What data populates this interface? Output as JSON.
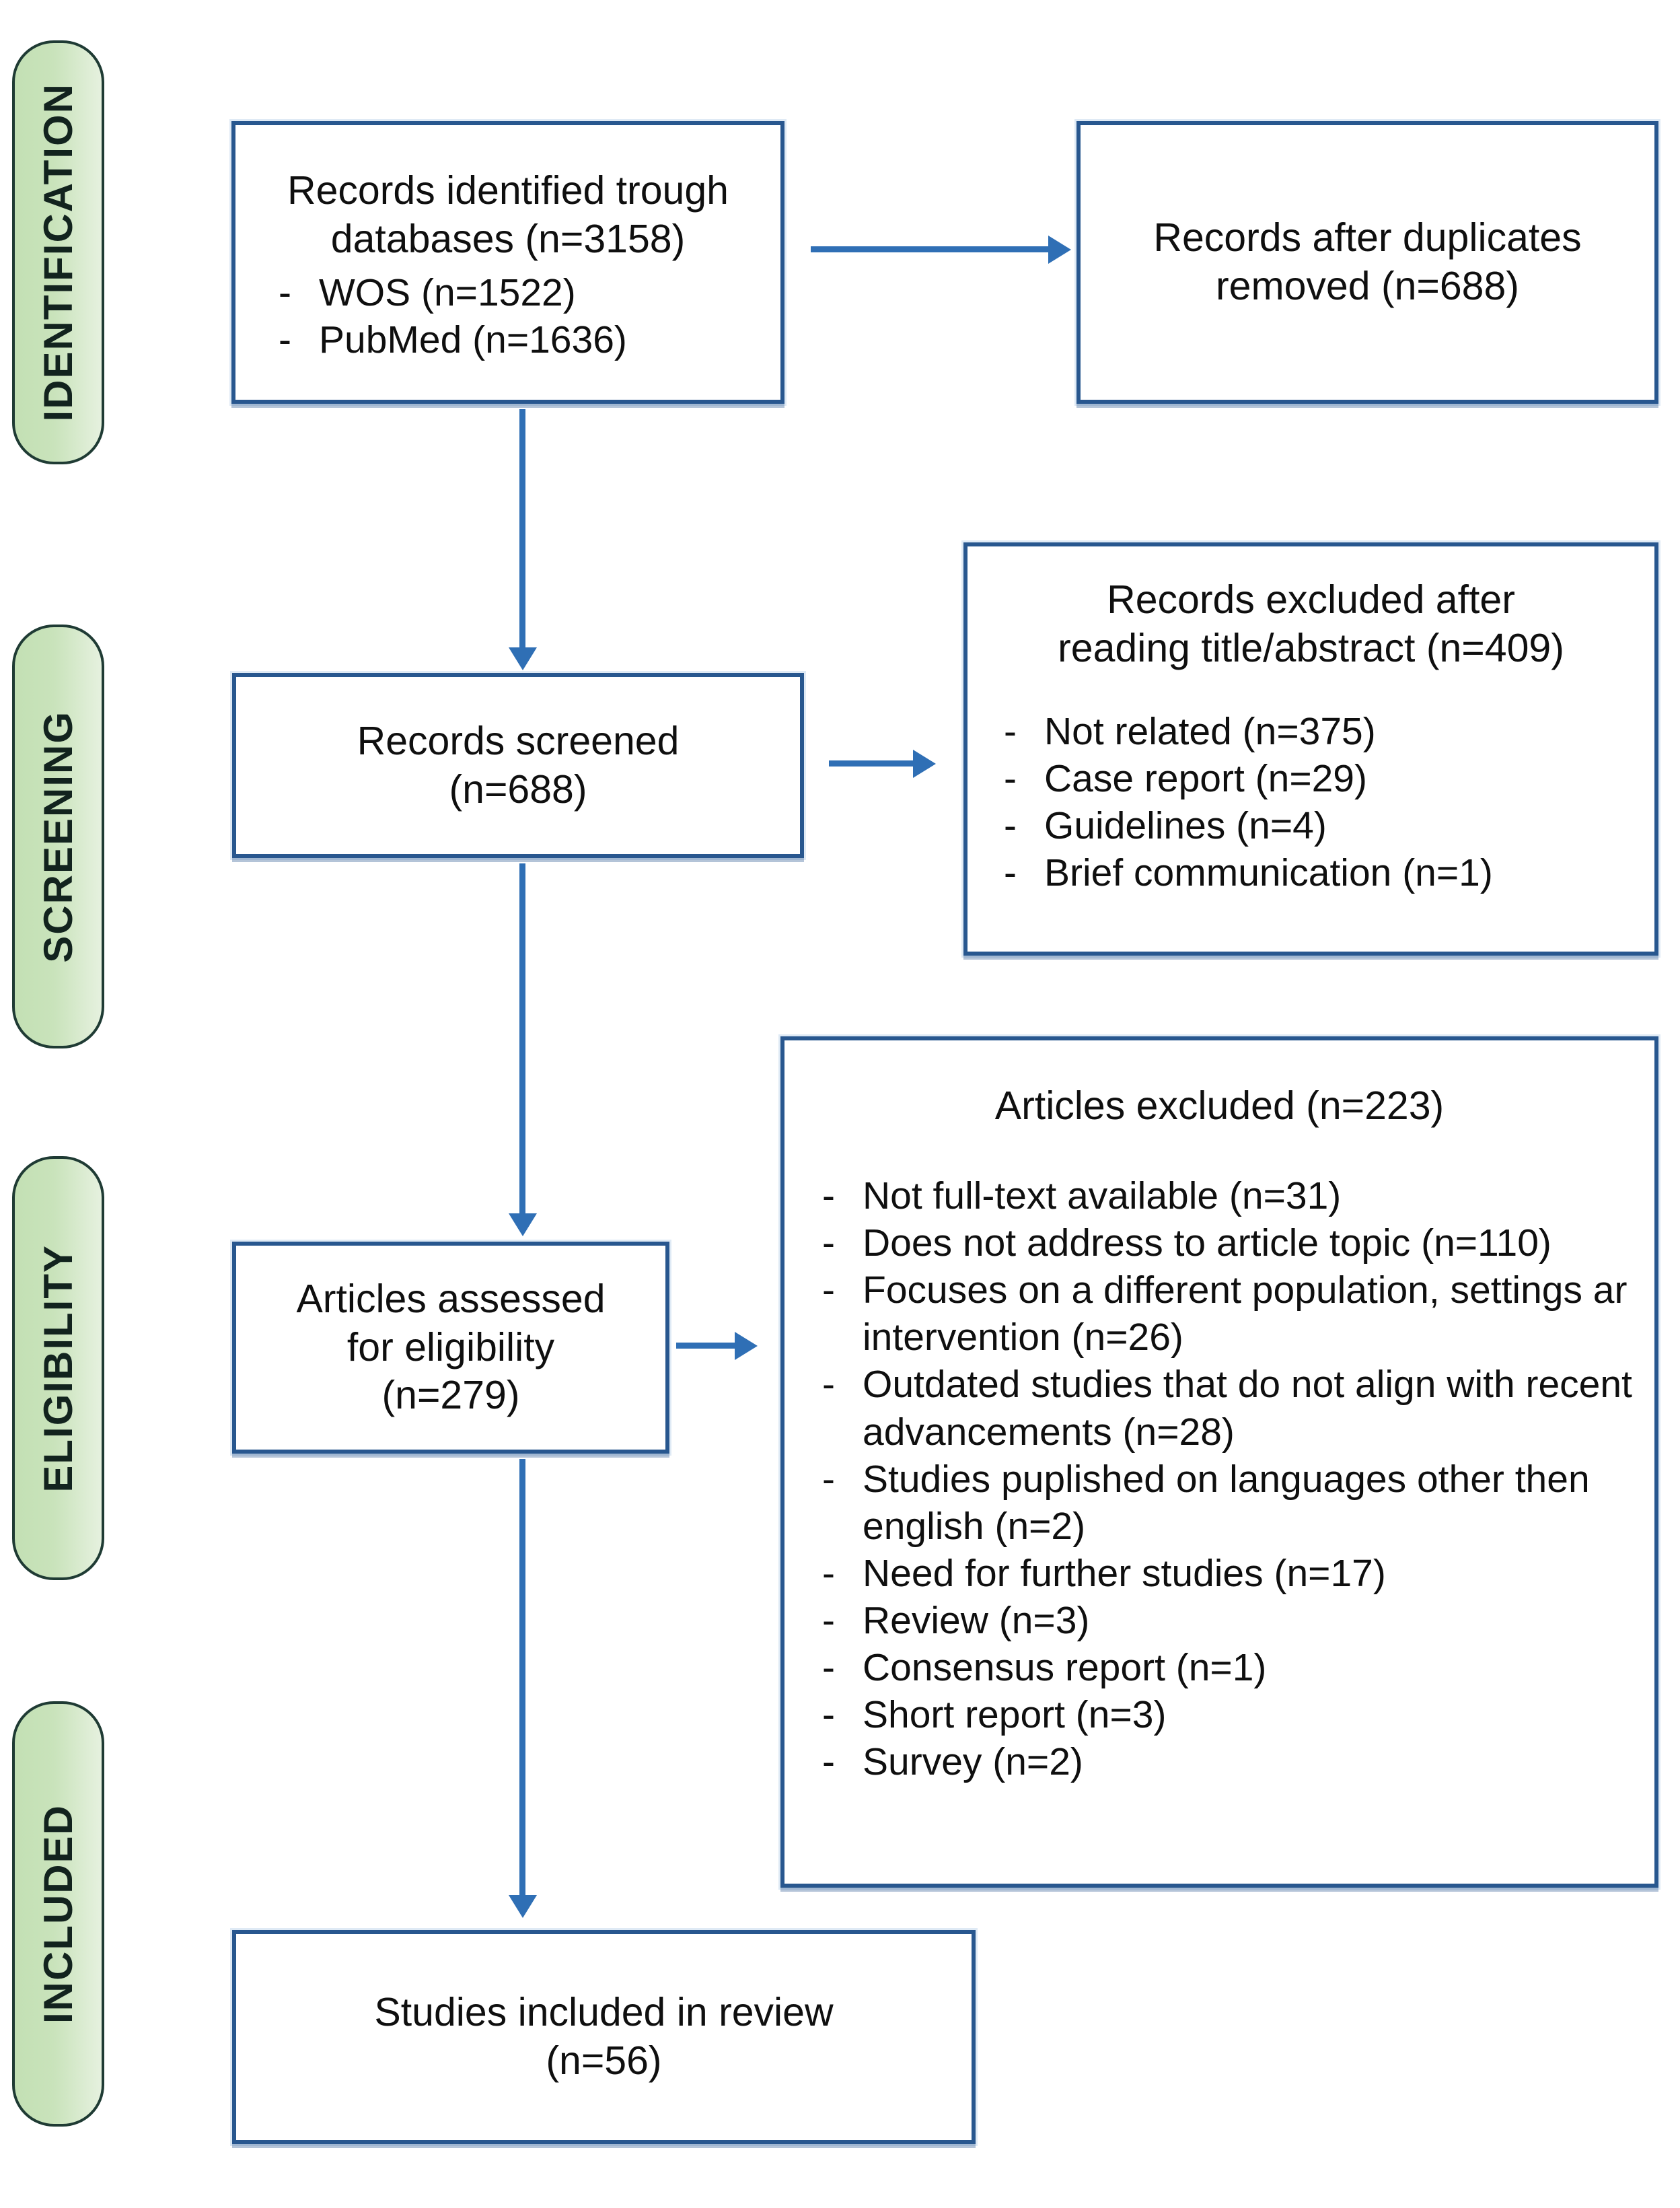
{
  "diagram": {
    "type": "PRISMA flow diagram",
    "stages": [
      {
        "id": "identification",
        "label": "IDENTIFICATION"
      },
      {
        "id": "screening",
        "label": "SCREENING"
      },
      {
        "id": "eligibility",
        "label": "ELIGIBILITY"
      },
      {
        "id": "included",
        "label": "INCLUDED"
      }
    ],
    "colors": {
      "stage_fill": "#c3e0b4",
      "stage_border": "#1f3b34",
      "box_border": "#28578f",
      "connector": "#2f6fb5",
      "text": "#0f0f0f",
      "background": "#ffffff"
    },
    "boxes": {
      "records_identified": {
        "title": "Records identified trough\ndatabases (n=3158)",
        "items": [
          "WOS (n=1522)",
          "PubMed (n=1636)"
        ]
      },
      "records_after_duplicates": {
        "title": "Records after duplicates\nremoved (n=688)"
      },
      "records_screened": {
        "title": "Records screened\n(n=688)"
      },
      "records_excluded": {
        "title": "Records excluded after\nreading title/abstract (n=409)",
        "items": [
          "Not related (n=375)",
          "Case report (n=29)",
          "Guidelines (n=4)",
          "Brief communication (n=1)"
        ]
      },
      "articles_assessed": {
        "title": "Articles assessed\nfor eligibility\n(n=279)"
      },
      "articles_excluded": {
        "title": "Articles excluded (n=223)",
        "items": [
          "Not full-text available (n=31)",
          "Does not address to article topic (n=110)",
          "Focuses on a different population, settings ar intervention (n=26)",
          "Outdated studies that do not align with recent advancements (n=28)",
          "Studies puplished on languages other then english (n=2)",
          "Need for further studies (n=17)",
          "Review (n=3)",
          "Consensus report (n=1)",
          "Short report (n=3)",
          "Survey (n=2)"
        ]
      },
      "studies_included": {
        "title": "Studies included in review\n(n=56)"
      }
    }
  }
}
